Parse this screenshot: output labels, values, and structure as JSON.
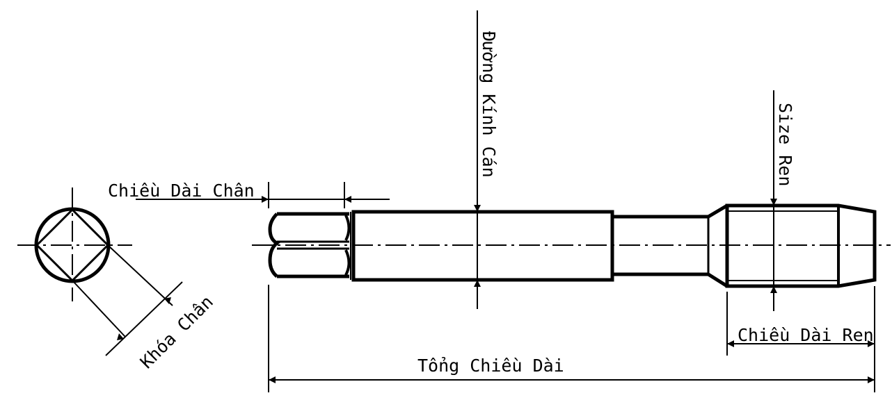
{
  "labels": {
    "shank_length": "Chiều Dài Chân",
    "shank_diameter": "Đường Kính Cán",
    "thread_size": "Size Ren",
    "square_key": "Khóa Chân",
    "thread_length": "Chiều Dài Ren",
    "total_length": "Tổng Chiều Dài"
  }
}
